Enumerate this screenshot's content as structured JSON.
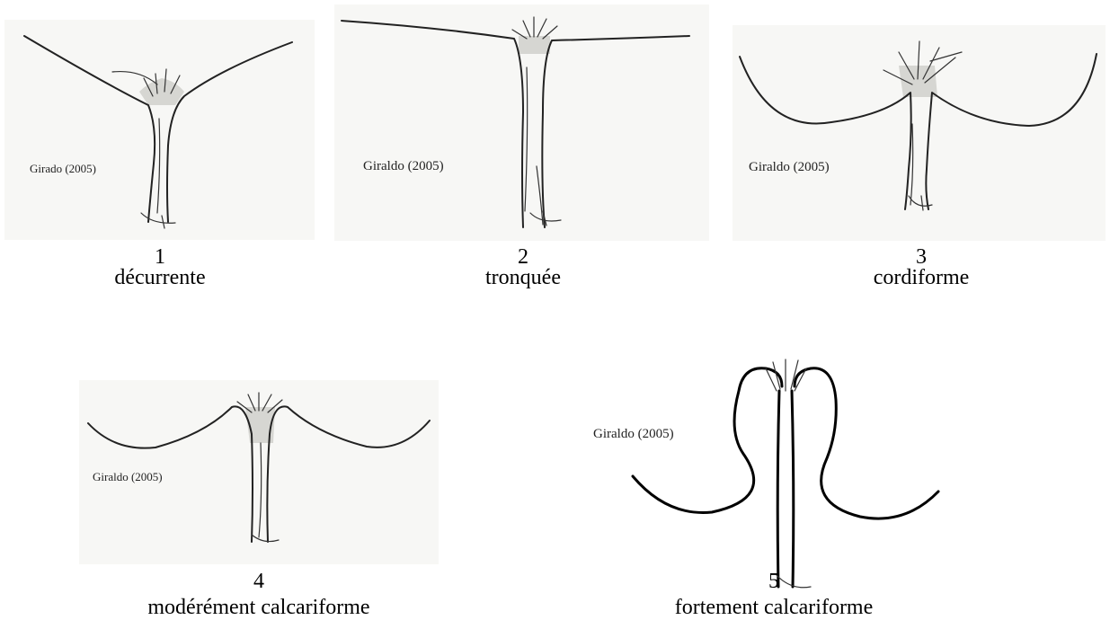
{
  "credit_by_panel": {
    "p1": "Girado (2005)",
    "p2": "Giraldo (2005)",
    "p3": "Giraldo (2005)",
    "p4": "Giraldo (2005)",
    "p5": "Giraldo (2005)"
  },
  "shapes": [
    {
      "number": "1",
      "name": "décurrente"
    },
    {
      "number": "2",
      "name": "tronquée"
    },
    {
      "number": "3",
      "name": "cordiforme"
    },
    {
      "number": "4",
      "name": "modérément calcariforme"
    },
    {
      "number": "5",
      "name": "fortement calcariforme"
    }
  ]
}
